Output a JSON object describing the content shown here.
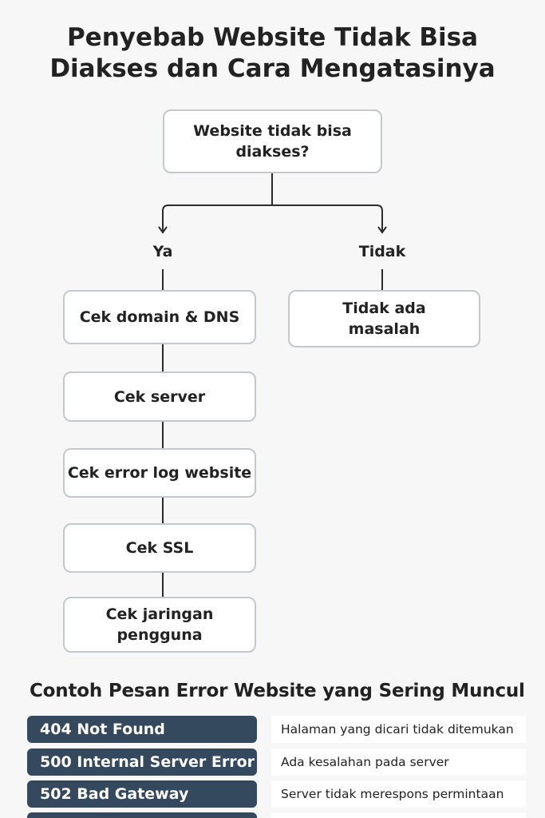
{
  "title": {
    "line1": "Penyebab Website Tidak Bisa",
    "line2": "Diakses dan Cara Mengatasinya"
  },
  "flowchart": {
    "question": {
      "line1": "Website tidak bisa",
      "line2": "diakses?"
    },
    "yes_label": "Ya",
    "no_label": "Tidak",
    "no_result": {
      "line1": "Tidak ada",
      "line2": "masalah"
    },
    "steps": [
      {
        "line1": "Cek domain & DNS",
        "line2": ""
      },
      {
        "line1": "Cek server",
        "line2": ""
      },
      {
        "line1": "Cek error log website",
        "line2": ""
      },
      {
        "line1": "Cek SSL",
        "line2": ""
      },
      {
        "line1": "Cek jaringan",
        "line2": "pengguna"
      }
    ]
  },
  "errors": {
    "heading": "Contoh Pesan Error Website yang Sering Muncul",
    "rows": [
      {
        "code": "404 Not Found",
        "desc": "Halaman yang dicari tidak ditemukan"
      },
      {
        "code": "500 Internal Server Error",
        "desc": "Ada kesalahan pada server"
      },
      {
        "code": "502 Bad Gateway",
        "desc": "Server tidak merespons permintaan"
      }
    ]
  },
  "colors": {
    "error_badge": "#34495e",
    "box_border": "#c4c8cc",
    "line": "#2b2b2b"
  }
}
